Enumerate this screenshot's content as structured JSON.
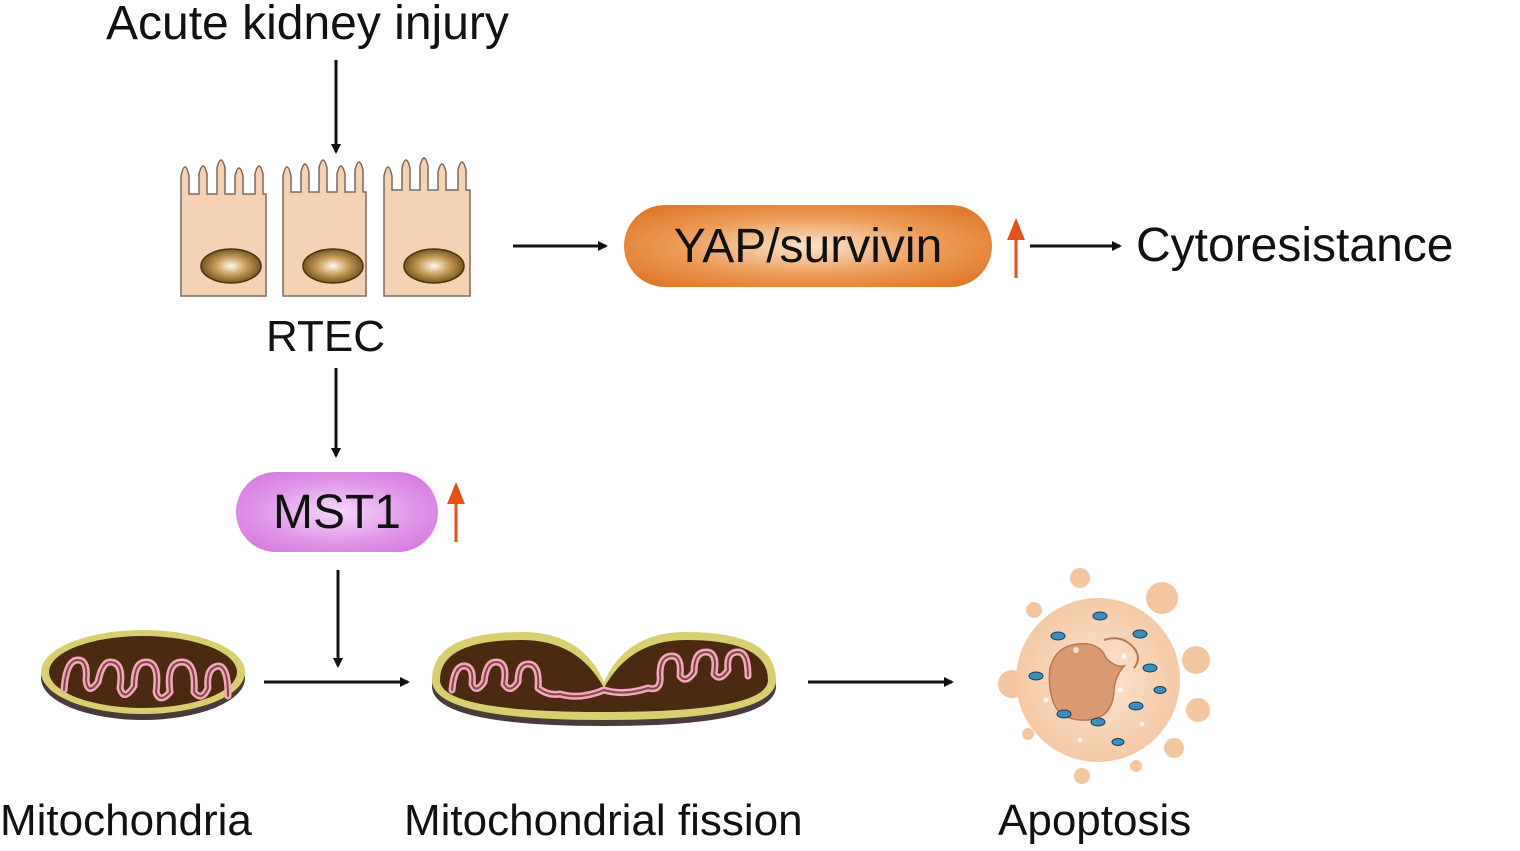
{
  "title": "Acute kidney injury",
  "nodes": {
    "rtec": "RTEC",
    "yap": "YAP/survivin",
    "mst1": "MST1",
    "cytoresistance": "Cytoresistance",
    "mitochondria": "Mitochondria",
    "fission": "Mitochondrial fission",
    "apoptosis": "Apoptosis"
  },
  "up_arrow_color": "#e8501a",
  "colors": {
    "yap_pill": "#e07a2c",
    "mst1_pill": "#d77be0",
    "cell": "#f6d2b4",
    "mito_outer": "#d8d070",
    "mito_matrix": "#4a2a10"
  }
}
